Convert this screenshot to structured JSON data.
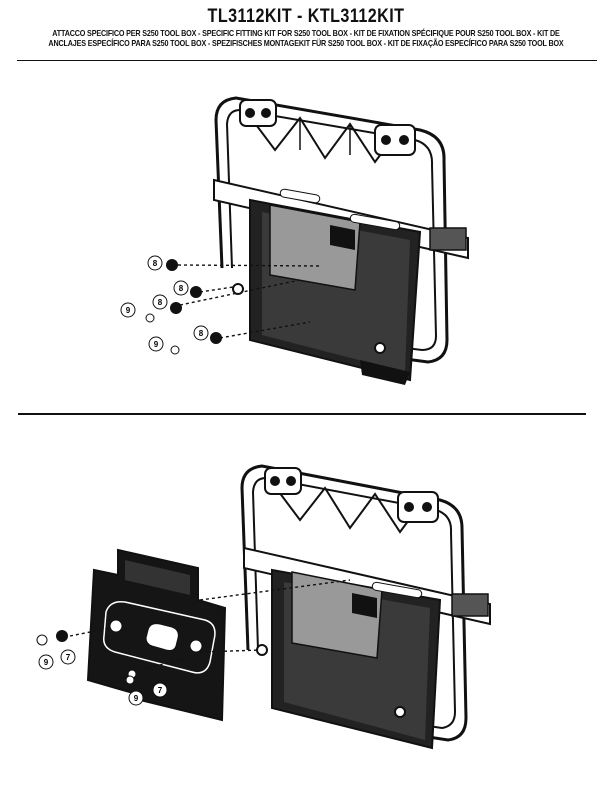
{
  "header": {
    "title": "TL3112KIT - KTL3112KIT",
    "subtitle_line1": "ATTACCO SPECIFICO PER S250 TOOL BOX - SPECIFIC FITTING KIT FOR S250 TOOL BOX - KIT DE FIXATION SPÉCIFIQUE POUR S250 TOOL BOX - KIT DE",
    "subtitle_line2": "ANCLAJES ESPECÍFICO PARA S250 TOOL BOX - SPEZIFISCHES MONTAGEKIT FÜR S250 TOOL BOX - KIT DE FIXAÇÃO ESPECÍFICO PARA S250 TOOL BOX"
  },
  "callouts": {
    "top": [
      "8",
      "8",
      "8",
      "9",
      "8",
      "9"
    ],
    "bottom": [
      "9",
      "7",
      "9",
      "7"
    ]
  }
}
